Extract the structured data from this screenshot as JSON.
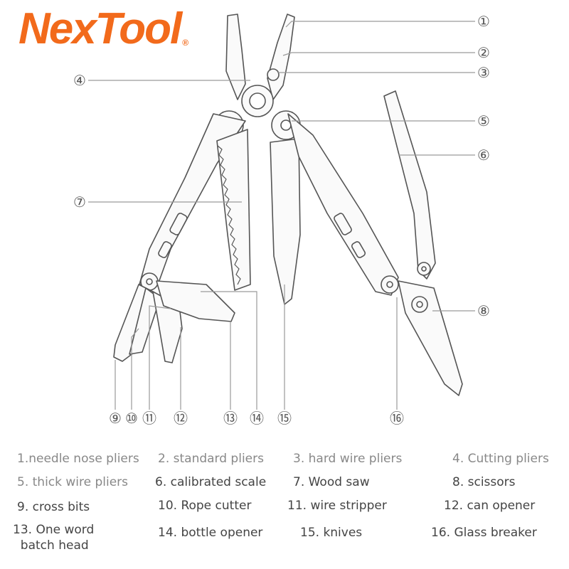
{
  "logo": {
    "text": "NexTool",
    "registered": "®",
    "color": "#f26a1b"
  },
  "callouts": [
    {
      "num": "①"
    },
    {
      "num": "②"
    },
    {
      "num": "③"
    },
    {
      "num": "④"
    },
    {
      "num": "⑤"
    },
    {
      "num": "⑥"
    },
    {
      "num": "⑦"
    },
    {
      "num": "⑧"
    },
    {
      "num": "⑨"
    },
    {
      "num": "⑩"
    },
    {
      "num": "⑪"
    },
    {
      "num": "⑫"
    },
    {
      "num": "⑬"
    },
    {
      "num": "⑭"
    },
    {
      "num": "⑮"
    },
    {
      "num": "⑯"
    }
  ],
  "legend": [
    "1.needle nose pliers",
    "2. standard pliers",
    "3. hard wire pliers",
    "4. Cutting pliers",
    "5. thick wire pliers",
    "6. calibrated scale",
    "7. Wood saw",
    "8. scissors",
    "9. cross bits",
    "10. Rope cutter",
    "11. wire stripper",
    "12. can opener",
    "13. One word\n  batch head",
    "14. bottle opener",
    "15. knives",
    "16. Glass breaker"
  ],
  "colors": {
    "line": "#555555",
    "leader": "#9a9a9a",
    "legend_text": "#444444",
    "legend_muted": "#888888"
  }
}
